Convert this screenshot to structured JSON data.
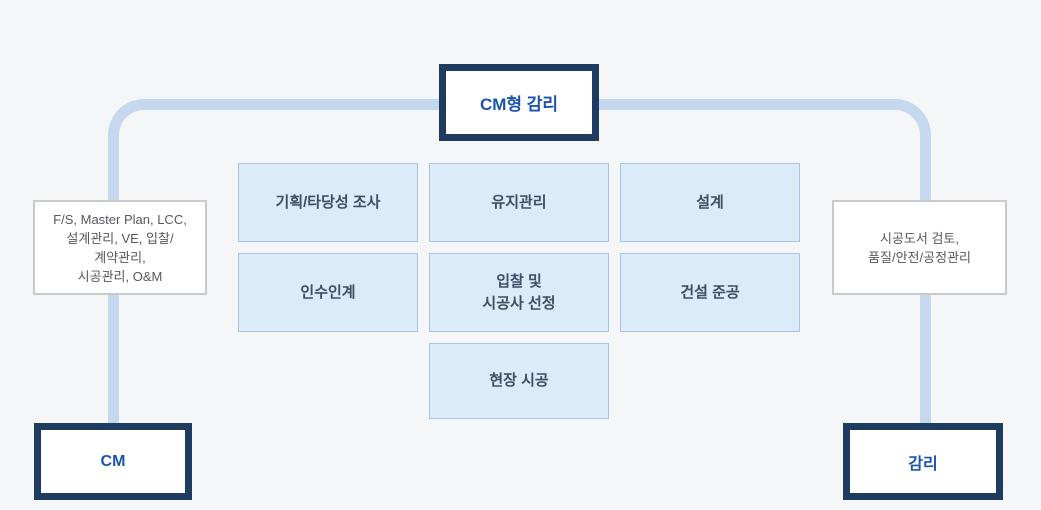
{
  "diagram": {
    "title_box": {
      "label": "CM형 감리"
    },
    "left_role_box": {
      "label": "CM"
    },
    "right_role_box": {
      "label": "감리"
    },
    "left_note_box": {
      "text": "F/S, Master Plan, LCC,\n설계관리, VE, 입찰/\n계약관리,\n시공관리, O&M"
    },
    "right_note_box": {
      "text": "시공도서 검토,\n품질/안전/공정관리"
    },
    "stages": [
      {
        "label": "기획/타당성 조사"
      },
      {
        "label": "유지관리"
      },
      {
        "label": "설계"
      },
      {
        "label": "인수인계"
      },
      {
        "label": "입찰 및\n시공사 선정"
      },
      {
        "label": "건설 준공"
      },
      {
        "label": "현장 시공"
      }
    ],
    "colors": {
      "background": "#f5f6f7",
      "connector": "#c5d8ef",
      "navy_border": "#1d3c60",
      "blue_text": "#1b55af",
      "stage_fill": "#dcebf9",
      "stage_border": "#a7c4e2",
      "stage_text": "#3f4e63",
      "note_border": "#c9c9c9",
      "note_text": "#56585e"
    }
  }
}
